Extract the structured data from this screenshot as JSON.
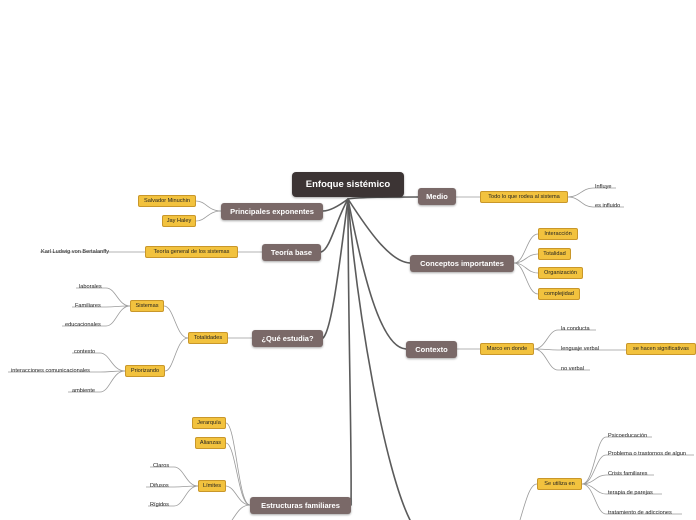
{
  "root": "Enfoque sistémico",
  "right": {
    "medio": {
      "label": "Medio",
      "sub": "Todo lo que rodea al sistema",
      "leaves": [
        "Influye",
        "es influido"
      ]
    },
    "conceptos": {
      "label": "Conceptos importantes",
      "subs": [
        "Interacción",
        "Totalidad",
        "Organización",
        "complejidad"
      ]
    },
    "contexto": {
      "label": "Contexto",
      "sub": "Marco en donde",
      "leaves": [
        "la conducta",
        "lenguaje verbal",
        "no verbal"
      ],
      "extra": "se hacen significativas"
    },
    "utiliza": {
      "sub": "Se utiliza en",
      "leaves": [
        "Psicoeducación",
        "Problema o trastornos de algun",
        "Crisis familiares",
        "terapia de parejas",
        "tratamiento de adicciones"
      ]
    }
  },
  "left": {
    "exponentes": {
      "label": "Principales exponentes",
      "subs": [
        "Salvador Minuchin",
        "Jay Haley"
      ]
    },
    "teoria": {
      "label": "Teoría base",
      "sub": "Teoría general de los sistemas",
      "leaf": "Karl Ludwig von Bertalanffy"
    },
    "estudia": {
      "label": "¿Qué estudia?",
      "sub": "Totalidades",
      "sistemas": {
        "label": "Sistemas",
        "leaves": [
          "laborales",
          "Familiares",
          "educacionales"
        ]
      },
      "priorizando": {
        "label": "Priorizando",
        "leaves": [
          "contexto",
          "interacciones comunicacionales",
          "ambiente"
        ]
      }
    },
    "estructuras": {
      "label": "Estructuras familiares",
      "subs": [
        "Jerarquía",
        "Alianzas",
        "Límites"
      ],
      "limites_leaves": [
        "Claros",
        "Difusos",
        "Rígidos"
      ]
    }
  },
  "colors": {
    "root": "#3c3434",
    "main": "#7a6968",
    "sub": "#f2c23e",
    "line": "#5b5b5b"
  }
}
